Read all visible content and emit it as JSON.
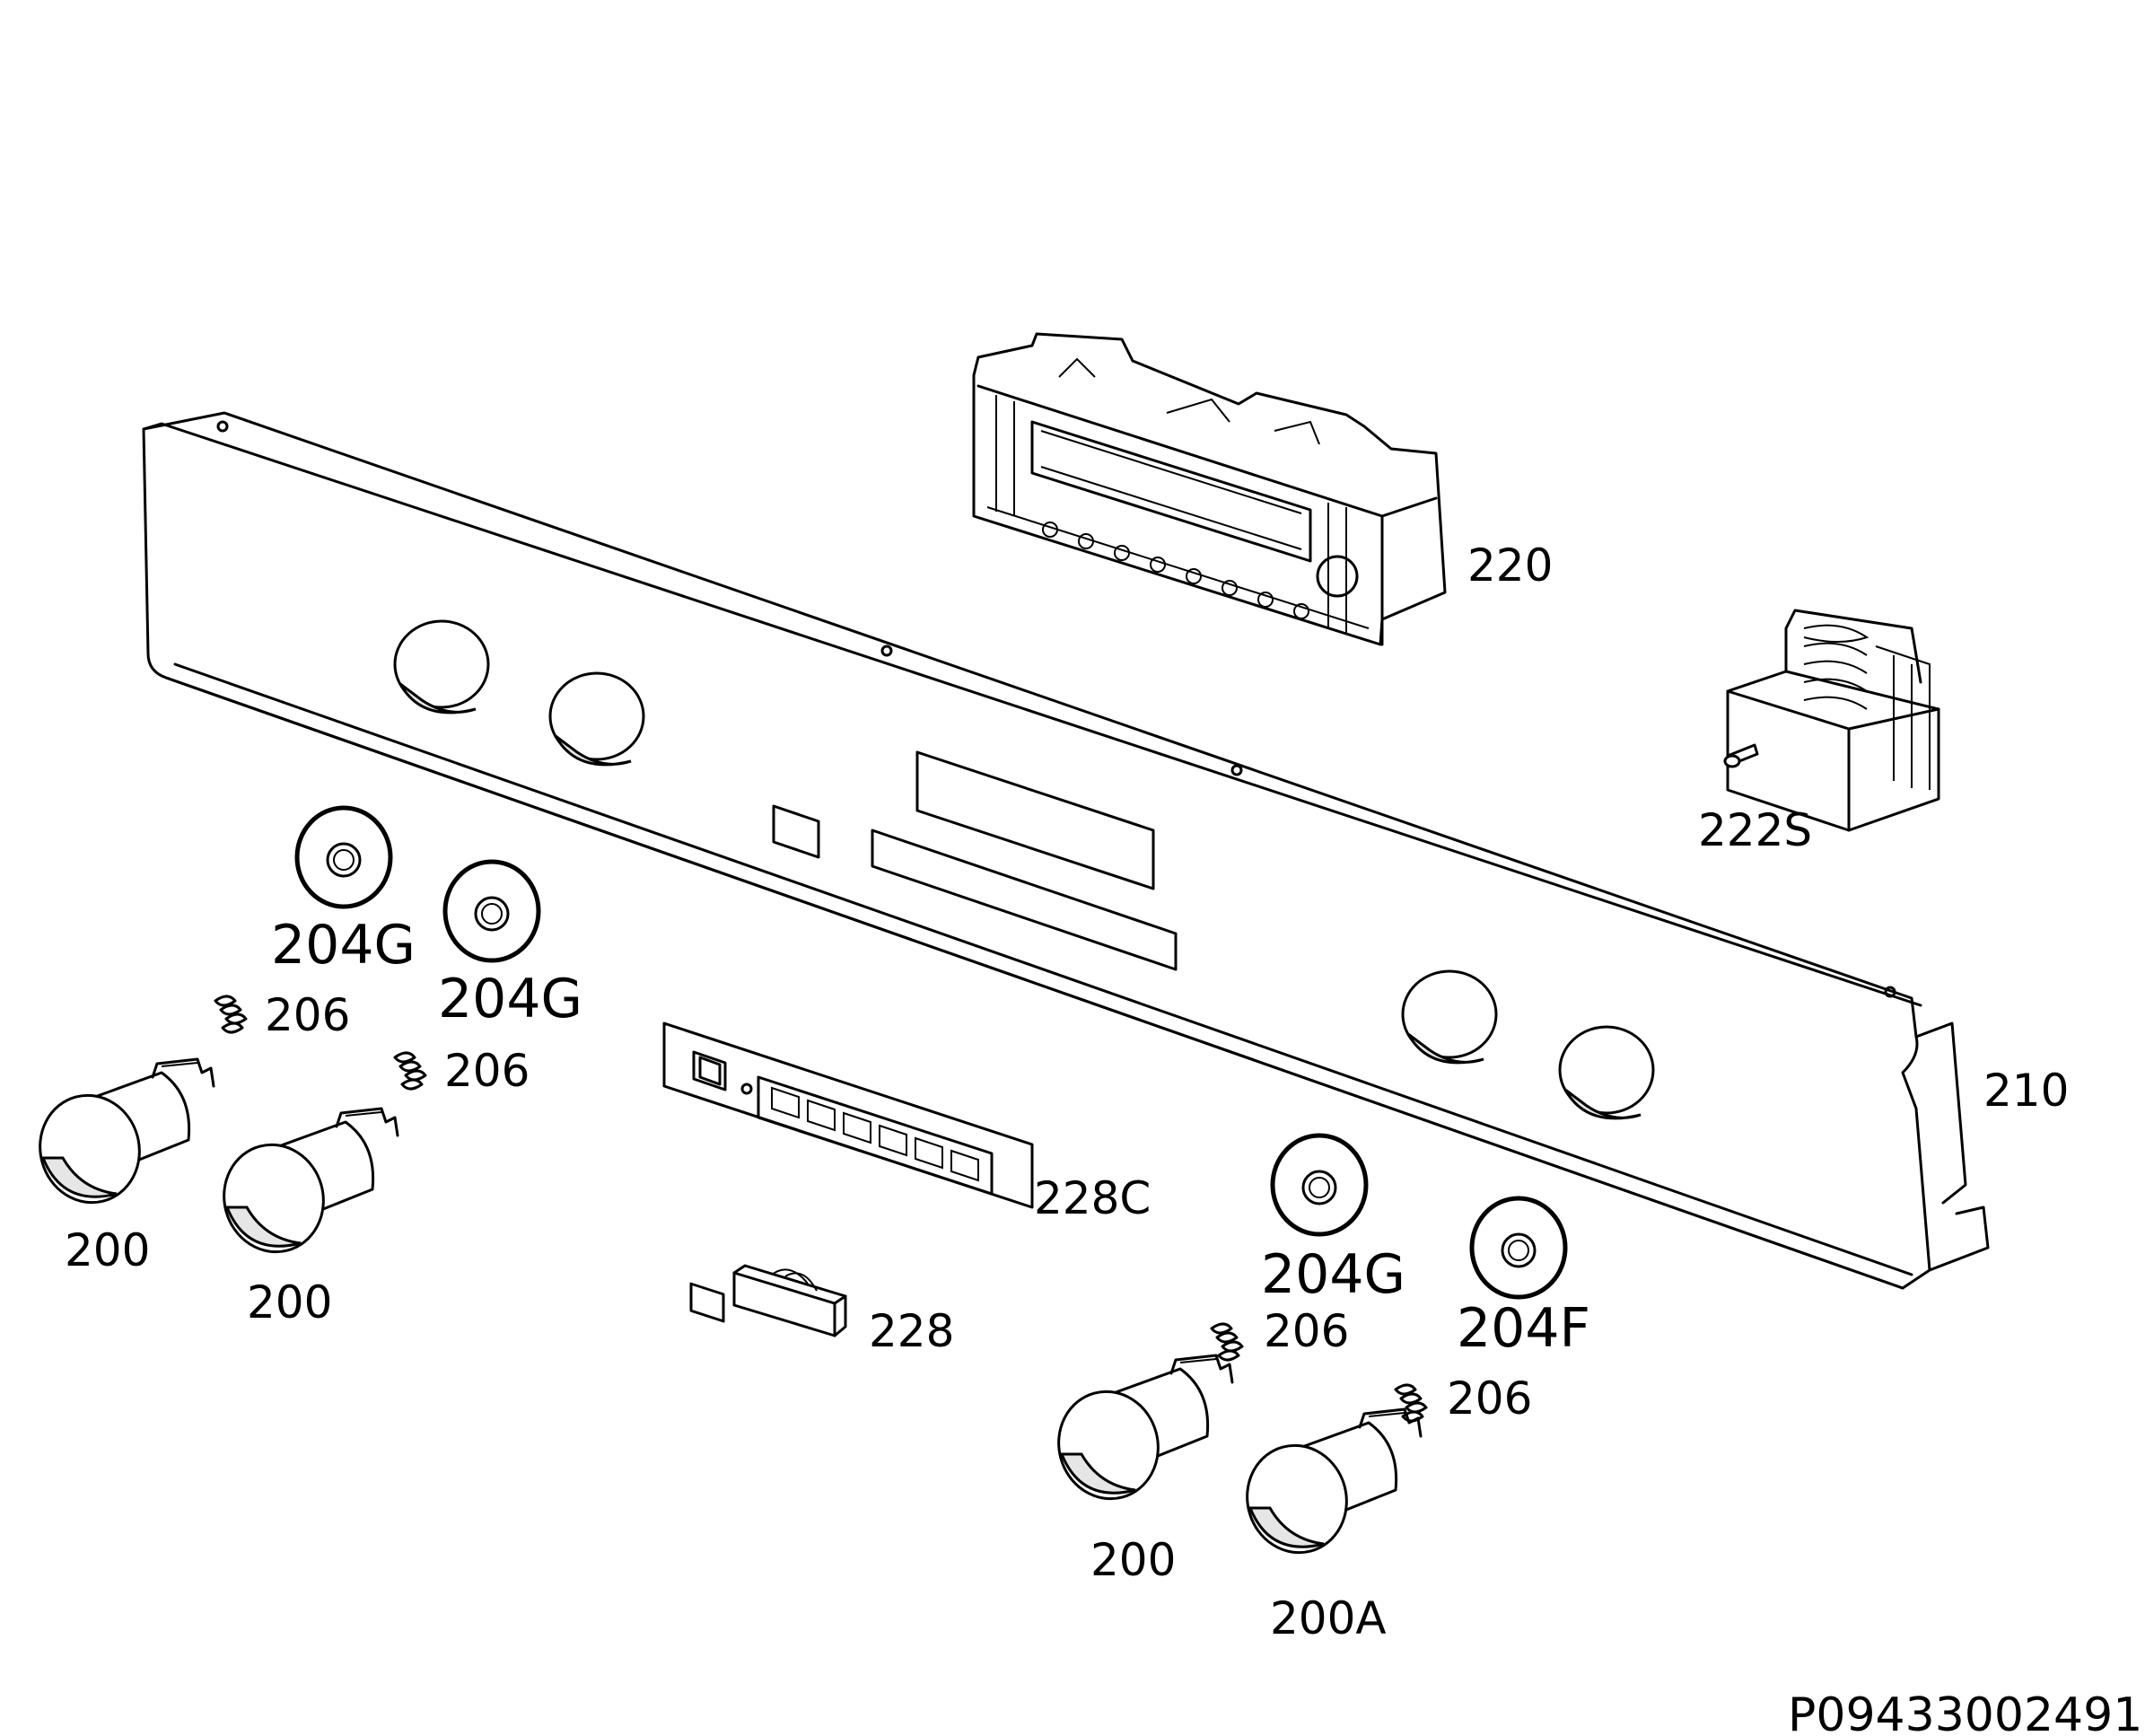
{
  "drawing_code": "P09433002491",
  "callouts": {
    "panel": "210",
    "display_module": "220",
    "selector_switch": "222S",
    "touch_board": "228C",
    "connector": "228",
    "knob_1": "200",
    "knob_2": "200",
    "knob_3": "200",
    "knob_4": "200A",
    "bezel_1": "204G",
    "bezel_2": "204G",
    "bezel_3": "204G",
    "bezel_4": "204F",
    "spring_1": "206",
    "spring_2": "206",
    "spring_3": "206",
    "spring_4": "206"
  }
}
